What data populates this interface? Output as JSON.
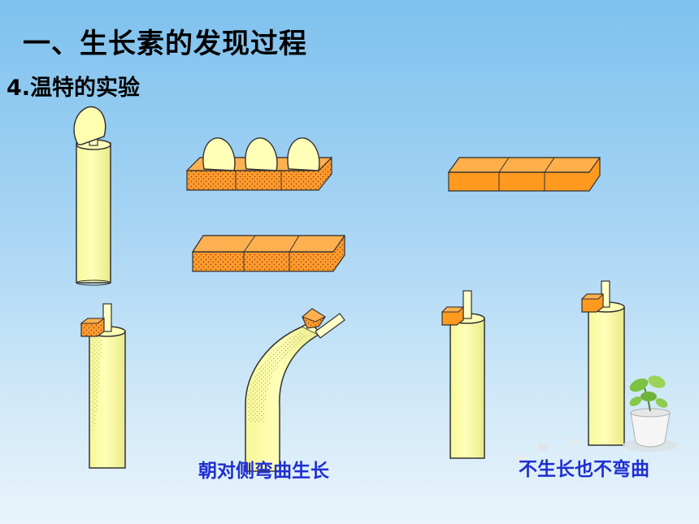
{
  "slide": {
    "title": "一、生长素的发现过程",
    "subtitle": "4.温特的实验"
  },
  "captions": {
    "bend_result": "朝对侧弯曲生长",
    "no_growth_result": "不生长也不弯曲"
  },
  "colors": {
    "coleoptile_fill": "#ffffa0",
    "agar_fill": "#ff9a2e",
    "caption_text": "#1f2fd1"
  }
}
